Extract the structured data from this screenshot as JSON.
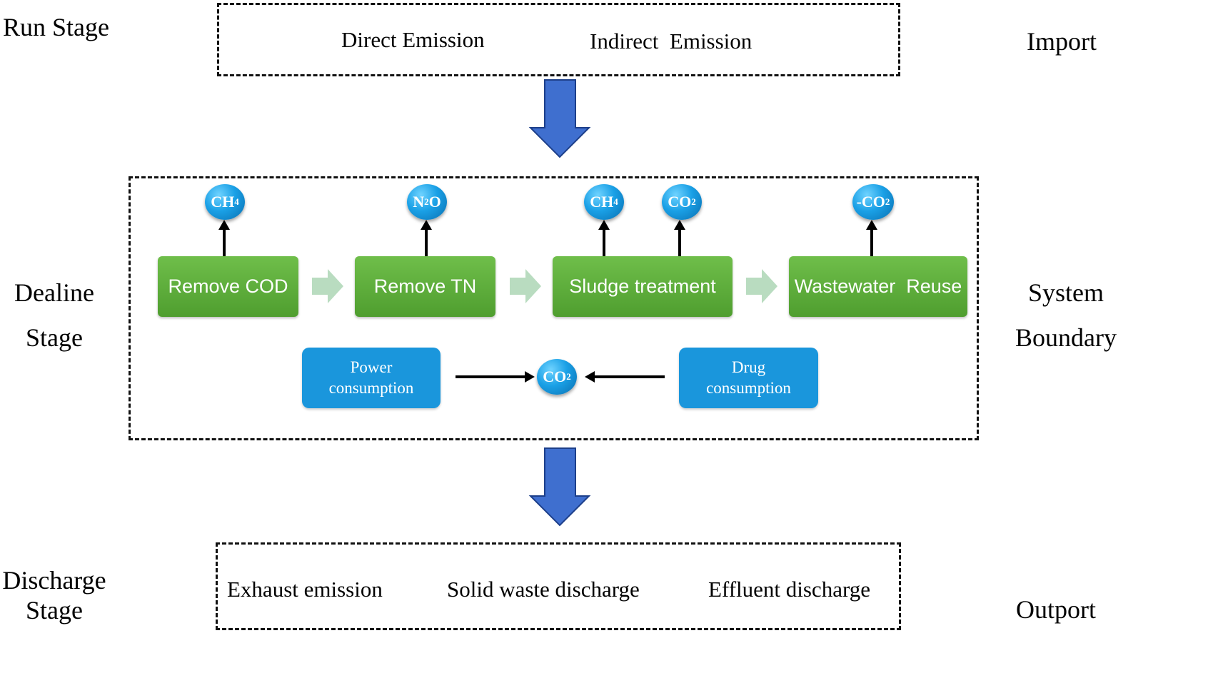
{
  "left_labels": {
    "run_stage": "Run Stage",
    "dealine_line1": "Dealine",
    "dealine_line2": "Stage",
    "discharge_line1": "Discharge",
    "discharge_line2": "Stage"
  },
  "right_labels": {
    "import": "Import",
    "system_line1": "System",
    "system_line2": "Boundary",
    "outport": "Outport"
  },
  "run_box": {
    "direct": "Direct Emission",
    "indirect": "Indirect  Emission"
  },
  "process": {
    "steps": [
      "Remove COD",
      "Remove TN",
      "Sludge treatment",
      "Wastewater  Reuse"
    ],
    "gases": {
      "cod": {
        "main": "CH",
        "sub": "4",
        "tail": ""
      },
      "tn": {
        "main": "N",
        "sub": "2",
        "tail": "O"
      },
      "sludge_1": {
        "main": "CH",
        "sub": "4",
        "tail": ""
      },
      "sludge_2": {
        "main": "CO",
        "sub": "2",
        "tail": ""
      },
      "reuse": {
        "main": "-CO",
        "sub": "2",
        "tail": ""
      },
      "center": {
        "main": "CO",
        "sub": "2",
        "tail": ""
      }
    },
    "power": {
      "line1": "Power",
      "line2": "consumption"
    },
    "drug": {
      "line1": "Drug",
      "line2": "consumption"
    }
  },
  "discharge_box": {
    "exhaust": "Exhaust emission",
    "solid": "Solid waste discharge",
    "effluent": "Effluent discharge"
  },
  "colors": {
    "green": "#5cae3a",
    "blue_box": "#1a96dc",
    "big_arrow": "#3f6fcf",
    "small_arrow": "#b9dcc0"
  }
}
